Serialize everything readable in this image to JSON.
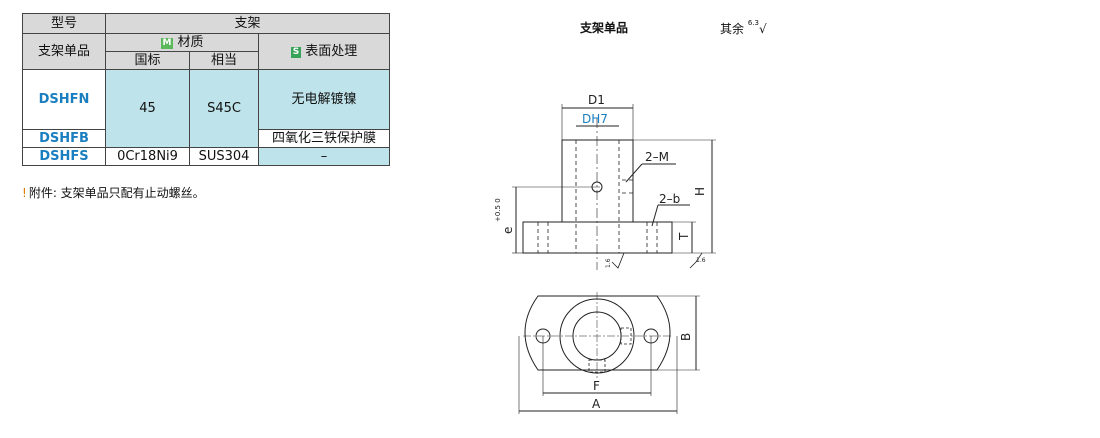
{
  "table": {
    "h_model": "型号",
    "h_bracket": "支架",
    "h_single": "支架单品",
    "h_material": "材质",
    "h_material_tag": "M",
    "h_gb": "国标",
    "h_equiv": "相当",
    "h_surface": "表面处理",
    "h_surface_tag": "S",
    "rows": [
      {
        "code": "DSHFN",
        "gb": "45",
        "equiv": "S45C",
        "surface": "无电解镀镍"
      },
      {
        "code": "DSHFB",
        "surface": "四氧化三铁保护膜"
      },
      {
        "code": "DSHFS",
        "gb": "0Cr18Ni9",
        "equiv": "SUS304",
        "surface": "–"
      }
    ]
  },
  "note": {
    "icon": "!",
    "text": "附件: 支架单品只配有止动螺丝。"
  },
  "drawing": {
    "title": "支架单品",
    "roughness_prefix": "其余",
    "roughness_value": "6.3",
    "labels": {
      "D1": "D1",
      "DH7": "DH7",
      "M": "2–M",
      "b": "2–b",
      "H": "H",
      "T": "T",
      "e": "e",
      "e_tol": "+0.5 0",
      "B": "B",
      "F": "F",
      "A": "A",
      "r16a": "1.6",
      "r16b": "1.6"
    }
  }
}
